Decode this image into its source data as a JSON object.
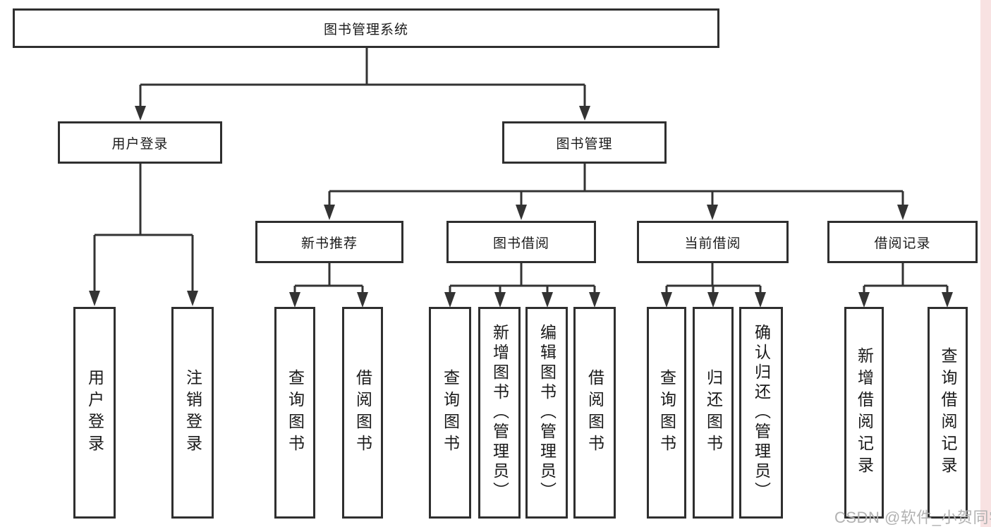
{
  "nodes": {
    "root": "图书管理系统",
    "level2": [
      "用户登录",
      "图书管理"
    ],
    "level3": [
      "新书推荐",
      "图书借阅",
      "当前借阅",
      "借阅记录"
    ],
    "children": {
      "user_login": [
        "用户登录",
        "注销登录"
      ],
      "new_books": [
        "查询图书",
        "借阅图书"
      ],
      "book_borrow": [
        "查询图书",
        "新增图书（管理员）",
        "编辑图书（管理员）",
        "借阅图书"
      ],
      "current_borrow": [
        "查询图书",
        "归还图书",
        "确认归还（管理员）"
      ],
      "borrow_records": [
        "新增借阅记录",
        "查询借阅记录"
      ]
    }
  },
  "watermark": {
    "text": "CSDN @软件_小贺同学"
  },
  "colors": {
    "line": "#333333",
    "box_border": "#2f2f2f",
    "text": "#1a1a1a",
    "watermark": "#b2b2b2",
    "strip": "#f8e2e2",
    "background": "#ffffff"
  }
}
